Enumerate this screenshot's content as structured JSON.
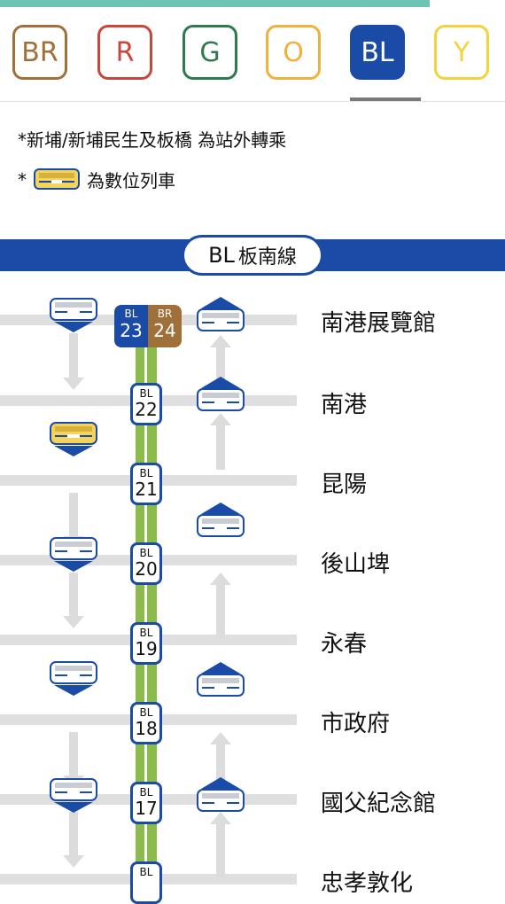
{
  "line_tabs": [
    {
      "code": "BR",
      "color": "#a0703a",
      "active": false
    },
    {
      "code": "R",
      "color": "#c8463b",
      "active": false
    },
    {
      "code": "G",
      "color": "#2e7a4d",
      "active": false
    },
    {
      "code": "O",
      "color": "#f0b23a",
      "active": false
    },
    {
      "code": "BL",
      "color": "#1a4ba6",
      "active": true
    },
    {
      "code": "Y",
      "color": "#f4d23c",
      "active": false
    }
  ],
  "notes": {
    "transfer_note": "*新埔/新埔民生及板橋 為站外轉乘",
    "digital_train_prefix": "*",
    "digital_train_note": "為數位列車"
  },
  "line_banner": {
    "code": "BL",
    "name": "板南線",
    "color": "#1a4ba6"
  },
  "route_color": "#8bbb4b",
  "stations": [
    {
      "name": "南港展覽館",
      "transfer": {
        "a_line": "BL",
        "a_num": "23",
        "b_line": "BR",
        "b_num": "24"
      }
    },
    {
      "name": "南港",
      "line": "BL",
      "num": "22"
    },
    {
      "name": "昆陽",
      "line": "BL",
      "num": "21"
    },
    {
      "name": "後山埤",
      "line": "BL",
      "num": "20"
    },
    {
      "name": "永春",
      "line": "BL",
      "num": "19"
    },
    {
      "name": "市政府",
      "line": "BL",
      "num": "18"
    },
    {
      "name": "國父紀念館",
      "line": "BL",
      "num": "17"
    },
    {
      "name": "忠孝敦化",
      "line": "BL",
      "num": ""
    }
  ],
  "icons": {
    "train_left": "train-westbound-icon",
    "train_right": "train-eastbound-icon",
    "digital_train": "digital-train-icon"
  }
}
